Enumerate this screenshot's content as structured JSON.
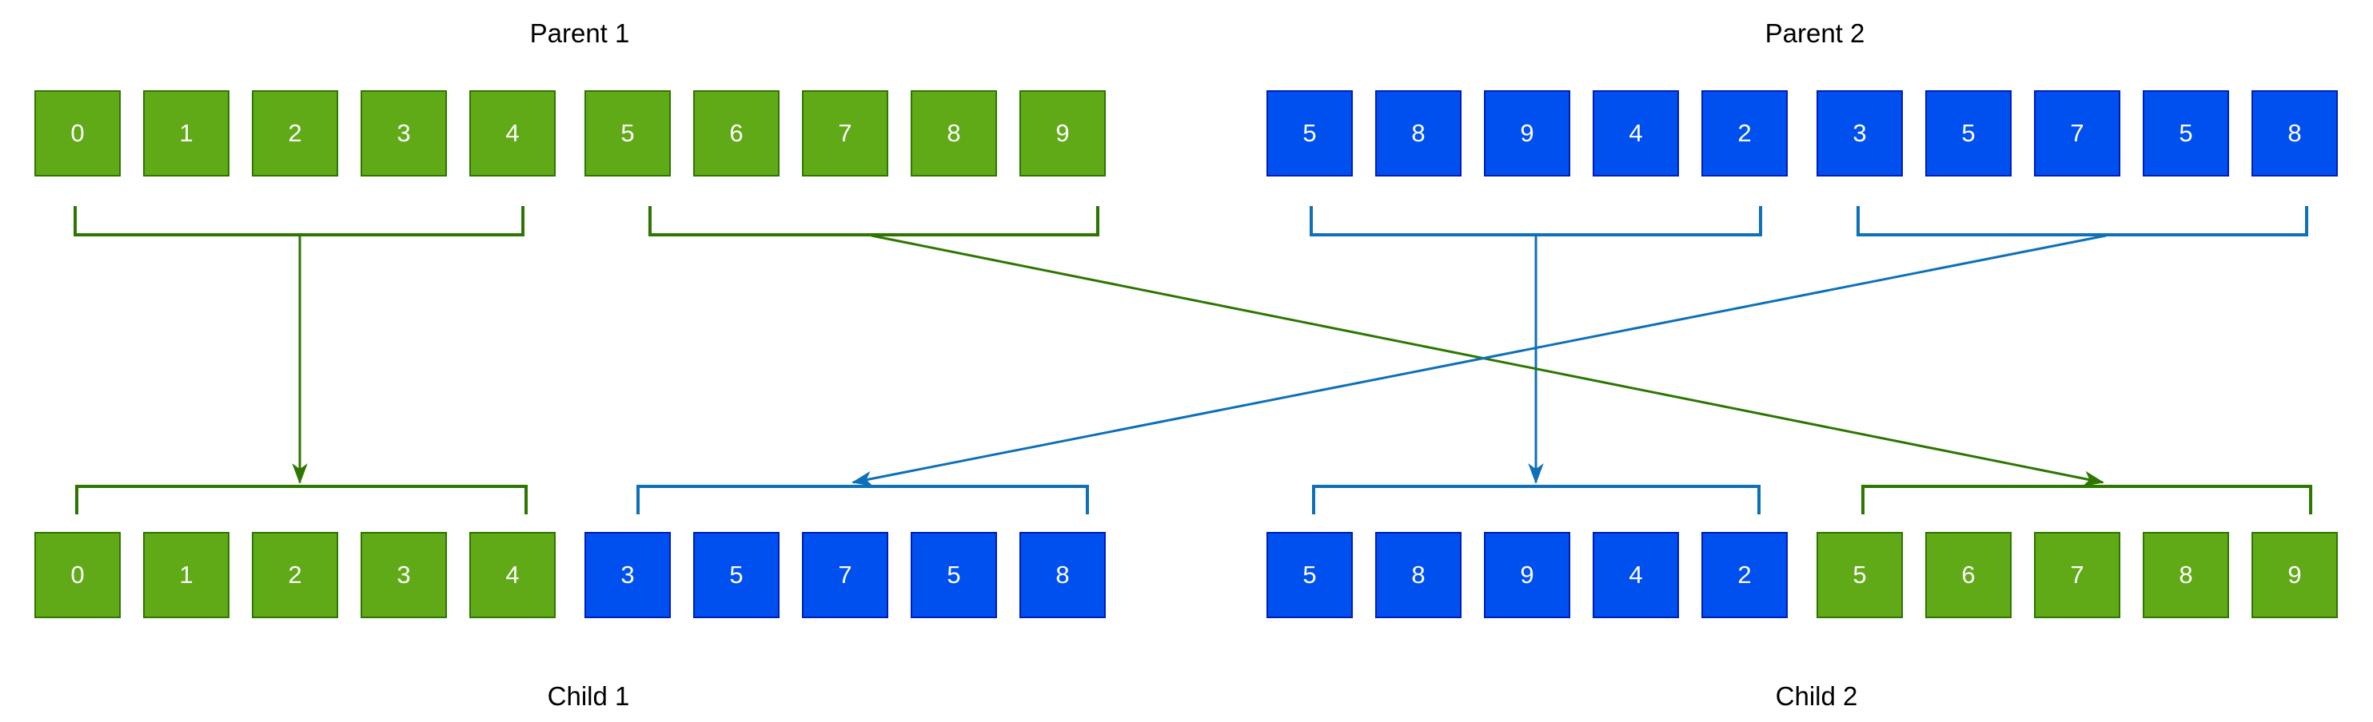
{
  "colors": {
    "background": "#FFFFFF",
    "label_text": "#000000",
    "box_text": "#FFFFFF",
    "green_fill": "#60A917",
    "green_border": "#2D7600",
    "green_line": "#2D7600",
    "blue_fill": "#0050EF",
    "blue_border": "#001DBC",
    "blue_line": "#0D70B8"
  },
  "parent1": {
    "label": "Parent 1",
    "genes_left": [
      "0",
      "1",
      "2",
      "3",
      "4"
    ],
    "genes_right": [
      "5",
      "6",
      "7",
      "8",
      "9"
    ]
  },
  "parent2": {
    "label": "Parent 2",
    "genes_left": [
      "5",
      "8",
      "9",
      "4",
      "2"
    ],
    "genes_right": [
      "3",
      "5",
      "7",
      "5",
      "8"
    ]
  },
  "child1": {
    "label": "Child 1",
    "genes_left": [
      "0",
      "1",
      "2",
      "3",
      "4"
    ],
    "genes_right": [
      "3",
      "5",
      "7",
      "5",
      "8"
    ]
  },
  "child2": {
    "label": "Child 2",
    "genes_left": [
      "5",
      "8",
      "9",
      "4",
      "2"
    ],
    "genes_right": [
      "5",
      "6",
      "7",
      "8",
      "9"
    ]
  }
}
